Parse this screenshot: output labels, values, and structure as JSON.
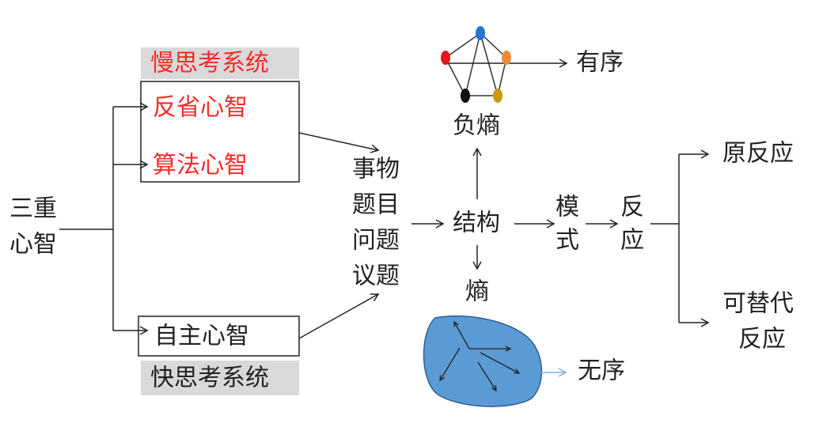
{
  "root": {
    "line1": "三重",
    "line2": "心智"
  },
  "slow_system": {
    "label": "慢思考系统",
    "items": [
      "反省心智",
      "算法心智"
    ]
  },
  "fast_system": {
    "label": "快思考系统",
    "items": [
      "自主心智"
    ]
  },
  "subjects": [
    "事物",
    "题目",
    "问题",
    "议题"
  ],
  "structure": "结构",
  "negentropy": "负熵",
  "entropy": "熵",
  "ordered": "有序",
  "disordered": "无序",
  "pattern": {
    "line1": "模",
    "line2": "式"
  },
  "reaction": {
    "line1": "反",
    "line2": "应"
  },
  "outcomes": {
    "original": "原反应",
    "alternative_line1": "可替代",
    "alternative_line2": "反应"
  },
  "colors": {
    "red_text": "#ff2a2a",
    "label_bg": "#d9d9d9",
    "blob": "#5b9bd5",
    "node_blue": "#1f78d1",
    "node_red": "#e3161c",
    "node_orange": "#f08a3a",
    "node_black": "#111111",
    "node_gold": "#c99a12"
  }
}
